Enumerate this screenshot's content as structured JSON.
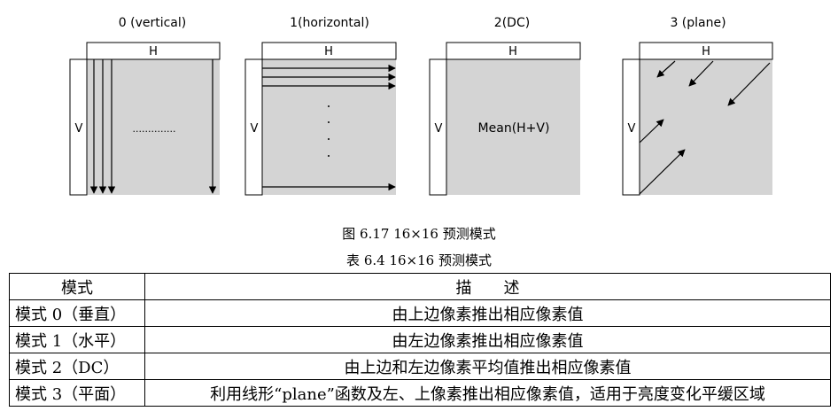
{
  "figure": {
    "modes": [
      {
        "title": "0 (vertical)",
        "top_label": "H",
        "left_label": "V",
        "inner_text": ".............."
      },
      {
        "title": "1(horizontal)",
        "top_label": "H",
        "left_label": "V",
        "inner_text": ""
      },
      {
        "title": "2(DC)",
        "top_label": "H",
        "left_label": "V",
        "inner_text": "Mean(H+V)"
      },
      {
        "title": "3 (plane)",
        "top_label": "H",
        "left_label": "V",
        "inner_text": ""
      }
    ],
    "caption": "图 6.17 16×16 预测模式"
  },
  "table": {
    "caption": "表 6.4 16×16 预测模式",
    "headers": [
      "模式",
      "描　　述"
    ],
    "rows": [
      [
        "模式 0（垂直）",
        "由上边像素推出相应像素值"
      ],
      [
        "模式 1（水平）",
        "由左边像素推出相应像素值"
      ],
      [
        "模式 2（DC）",
        "由上边和左边像素平均值推出相应像素值"
      ],
      [
        "模式 3（平面）",
        "利用线形“plane”函数及左、上像素推出相应像素值，适用于亮度变化平缓区域"
      ]
    ]
  },
  "colors": {
    "block_fill": "#d4d4d4",
    "stroke": "#000000"
  }
}
